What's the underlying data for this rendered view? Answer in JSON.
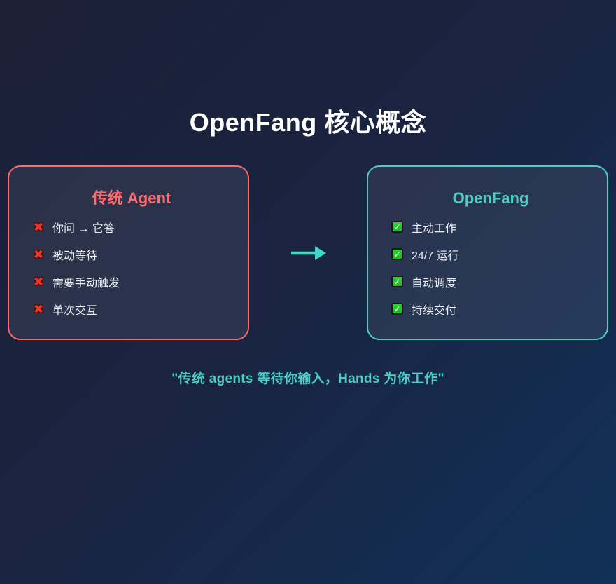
{
  "page": {
    "title": "OpenFang 核心概念",
    "quote": "\"传统 agents 等待你输入，Hands 为你工作\""
  },
  "icons": {
    "cross": "✖",
    "check": "✓",
    "arrow": "right-arrow-icon"
  },
  "colors": {
    "background_top": "#1b2036",
    "background_bottom": "#113158",
    "accent_left": "#ff6b6b",
    "accent_right": "#4ecdc4",
    "arrow": "#3fd9c9",
    "cross_red": "#e8362a",
    "check_green": "#22c32e",
    "text": "#eceff4"
  },
  "comparison": {
    "left": {
      "title": "传统 Agent",
      "items": [
        "你问 → 它答",
        "被动等待",
        "需要手动触发",
        "单次交互"
      ]
    },
    "right": {
      "title": "OpenFang",
      "items": [
        "主动工作",
        "24/7 运行",
        "自动调度",
        "持续交付"
      ]
    }
  }
}
